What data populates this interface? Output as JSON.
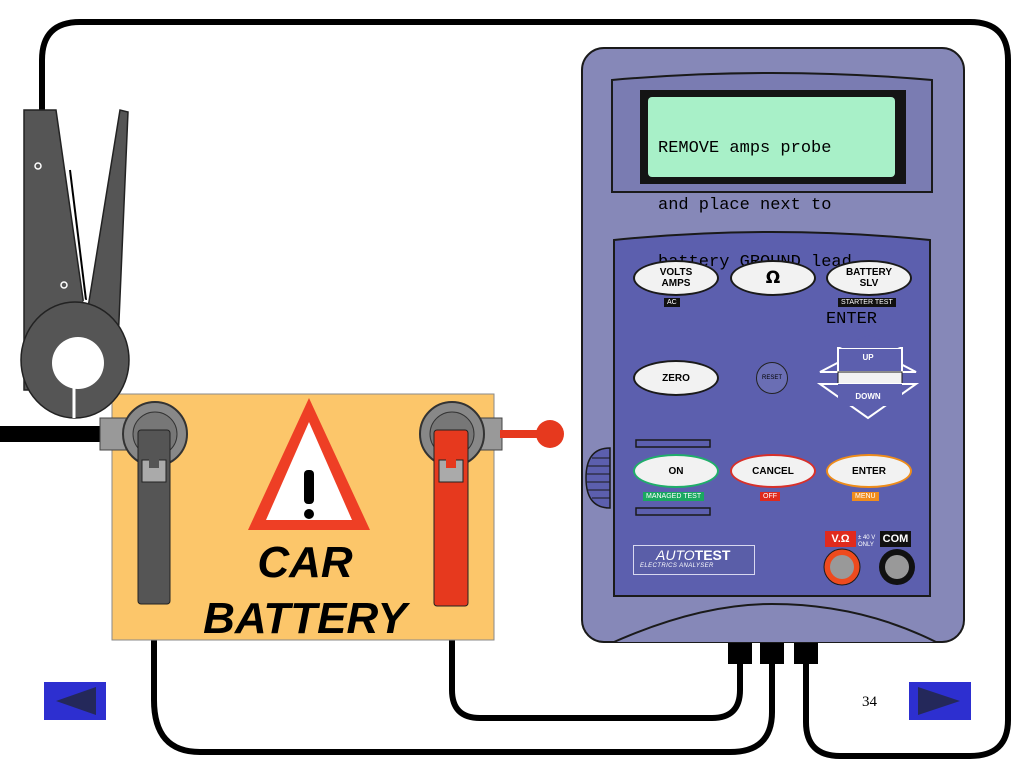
{
  "slide": {
    "page_number": "34"
  },
  "lcd": {
    "line1": "REMOVE amps probe",
    "line2": "and place next to",
    "line3": "battery GROUND lead.",
    "line4": "ENTER"
  },
  "buttons": {
    "volts_amps": "VOLTS\nAMPS",
    "volts_amps_tag": "AC",
    "ohm": "Ω",
    "battery_slv": "BATTERY\nSLV",
    "battery_slv_tag": "STARTER TEST",
    "zero": "ZERO",
    "reset": "RESET",
    "up": "UP",
    "down": "DOWN",
    "on": "ON",
    "on_tag": "MANAGED TEST",
    "cancel": "CANCEL",
    "cancel_tag": "OFF",
    "enter": "ENTER",
    "enter_tag": "MENU"
  },
  "logo": {
    "brand_light": "AUTO",
    "brand_bold": "TEST",
    "subtitle": "ELECTRICS ANALYSER"
  },
  "jacks": {
    "v_ohm": "V.Ω",
    "limit_line1": "± 40 V",
    "limit_line2": "ONLY",
    "com": "COM"
  },
  "battery": {
    "line1": "CAR",
    "line2": "BATTERY",
    "warning_symbol": "!"
  },
  "colors": {
    "device_body": "#8688b8",
    "panel": "#5c5fae",
    "lcd_bg": "#a8f0c8",
    "battery_bg": "#fcc66a",
    "warning_red": "#ee3f25",
    "nav_blue": "#2d2fd0",
    "clamp_grey": "#555555",
    "lead_red": "#e6391e"
  },
  "icons": {
    "prev": "left-triangle-icon",
    "next": "right-triangle-icon",
    "warning": "warning-triangle-icon"
  }
}
